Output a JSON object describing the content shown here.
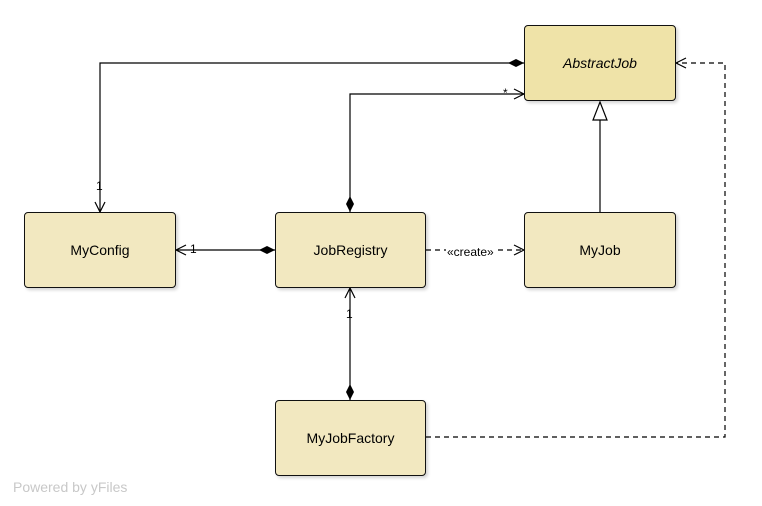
{
  "colors": {
    "node_fill": "#f2e8c0",
    "abstract_fill": "#efe3a8",
    "line": "#000000"
  },
  "nodes": {
    "abstract_job": "AbstractJob",
    "my_config": "MyConfig",
    "job_registry": "JobRegistry",
    "my_job": "MyJob",
    "my_job_factory": "MyJobFactory"
  },
  "labels": {
    "config_from_abstract": "1",
    "registry_to_abstract": "*",
    "registry_to_config": "1",
    "create": "«create»",
    "factory_to_registry": "1"
  },
  "watermark": "Powered by yFiles"
}
